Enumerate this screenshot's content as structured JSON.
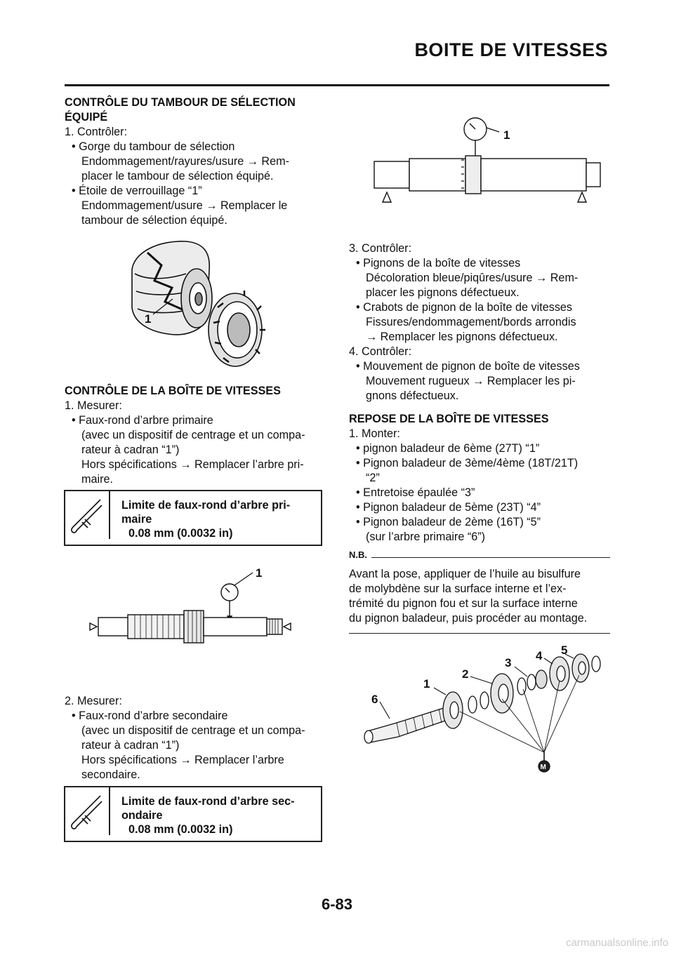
{
  "header": {
    "title": "BOITE DE VITESSES"
  },
  "left": {
    "section1": {
      "title_lines": [
        "CONTRÔLE DU TAMBOUR DE SÉLECTION",
        "ÉQUIPÉ"
      ],
      "lines": [
        "1.  Contrôler:",
        "• Gorge du tambour de sélection",
        "Endommagement/rayures/usure → Rem-",
        "placer le tambour de sélection équipé.",
        "• Étoile de verrouillage “1”",
        "Endommagement/usure → Remplacer le",
        "tambour de sélection équipé."
      ],
      "figure_label": "1"
    },
    "section2": {
      "title": "CONTRÔLE DE LA BOÎTE DE VITESSES",
      "lines": [
        "1.  Mesurer:",
        "• Faux-rond d’arbre primaire",
        "(avec un dispositif de centrage et un compa-",
        "rateur à cadran “1”)",
        "Hors spécifications → Remplacer l’arbre pri-",
        "maire."
      ],
      "spec": {
        "name_lines": [
          "Limite de faux-rond d’arbre pri-",
          "maire"
        ],
        "value": "0.08 mm (0.0032 in)"
      },
      "figure_label": "1"
    },
    "section3": {
      "lines": [
        "2.  Mesurer:",
        "• Faux-rond d’arbre secondaire",
        "(avec un dispositif de centrage et un compa-",
        "rateur à cadran “1”)",
        "Hors spécifications → Remplacer l’arbre",
        "secondaire."
      ],
      "spec": {
        "name_lines": [
          "Limite de faux-rond d’arbre sec-",
          "ondaire"
        ],
        "value": "0.08 mm (0.0032 in)"
      }
    }
  },
  "right": {
    "figure_top_label": "1",
    "section1": {
      "lines": [
        "3.  Contrôler:",
        "• Pignons de la boîte de vitesses",
        "Décoloration bleue/piqûres/usure → Rem-",
        "placer les pignons défectueux.",
        "• Crabots de pignon de la boîte de vitesses",
        "Fissures/endommagement/bords arrondis",
        "→ Remplacer les pignons défectueux.",
        "4.  Contrôler:",
        "• Mouvement de pignon de boîte de vitesses",
        "Mouvement rugueux → Remplacer les pi-",
        "gnons défectueux."
      ]
    },
    "section2": {
      "title": "REPOSE DE LA BOÎTE DE VITESSES",
      "lines": [
        "1.  Monter:",
        "• pignon baladeur de 6ème (27T) “1”",
        "• Pignon baladeur de 3ème/4ème (18T/21T)",
        "“2”",
        "• Entretoise épaulée “3”",
        "• Pignon baladeur de 5ème (23T) “4”",
        "• Pignon baladeur de 2ème (16T) “5”",
        "(sur l’arbre primaire “6”)"
      ],
      "nb_label": "N.B.",
      "nb_lines": [
        "Avant la pose, appliquer de l’huile au bisulfure",
        "de molybdène sur la surface interne et l’ex-",
        "trémité du pignon fou et sur la surface interne",
        "du pignon baladeur, puis procéder au montage."
      ],
      "figure_labels": [
        "1",
        "2",
        "3",
        "4",
        "5",
        "6"
      ],
      "lube_symbol": "M"
    }
  },
  "footer": {
    "page_number": "6-83",
    "watermark": "carmanualsonline.info"
  }
}
